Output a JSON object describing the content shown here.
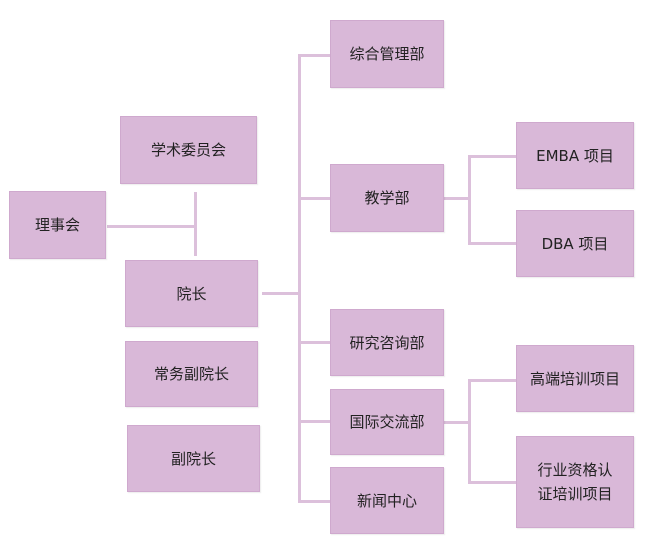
{
  "org_chart": {
    "board": "理事会",
    "academic_committee": "学术委员会",
    "dean": "院长",
    "executive_vice_dean": "常务副院长",
    "vice_dean": "副院长",
    "departments": {
      "general_management": "综合管理部",
      "teaching": "教学部",
      "research_consulting": "研究咨询部",
      "international_exchange": "国际交流部",
      "news_center": "新闻中心"
    },
    "programs": {
      "emba": "EMBA 项目",
      "dba": "DBA 项目",
      "executive_training": "高端培训项目",
      "qualification_cert_line1": "行业资格认",
      "qualification_cert_line2": "证培训项目"
    }
  }
}
